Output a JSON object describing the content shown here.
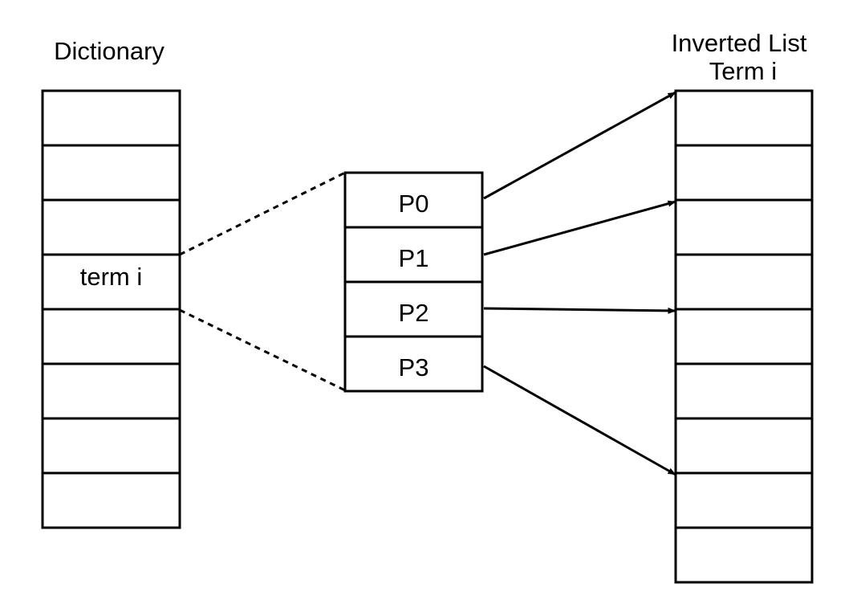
{
  "dictionary": {
    "title": "Dictionary",
    "rows": [
      "",
      "",
      "",
      "term i",
      "",
      "",
      "",
      ""
    ]
  },
  "pointer_block": {
    "rows": [
      "P0",
      "P1",
      "P2",
      "P3"
    ]
  },
  "inverted_list": {
    "title_line1": "Inverted List",
    "title_line2": "Term i",
    "rows": [
      "",
      "",
      "",
      "",
      "",
      "",
      "",
      "",
      ""
    ]
  },
  "pointer_targets": [
    {
      "pointer": "P0",
      "target_row": 0
    },
    {
      "pointer": "P1",
      "target_row": 2
    },
    {
      "pointer": "P2",
      "target_row": 4
    },
    {
      "pointer": "P3",
      "target_row": 7
    }
  ],
  "colors": {
    "stroke": "#000000",
    "fill": "#ffffff"
  }
}
